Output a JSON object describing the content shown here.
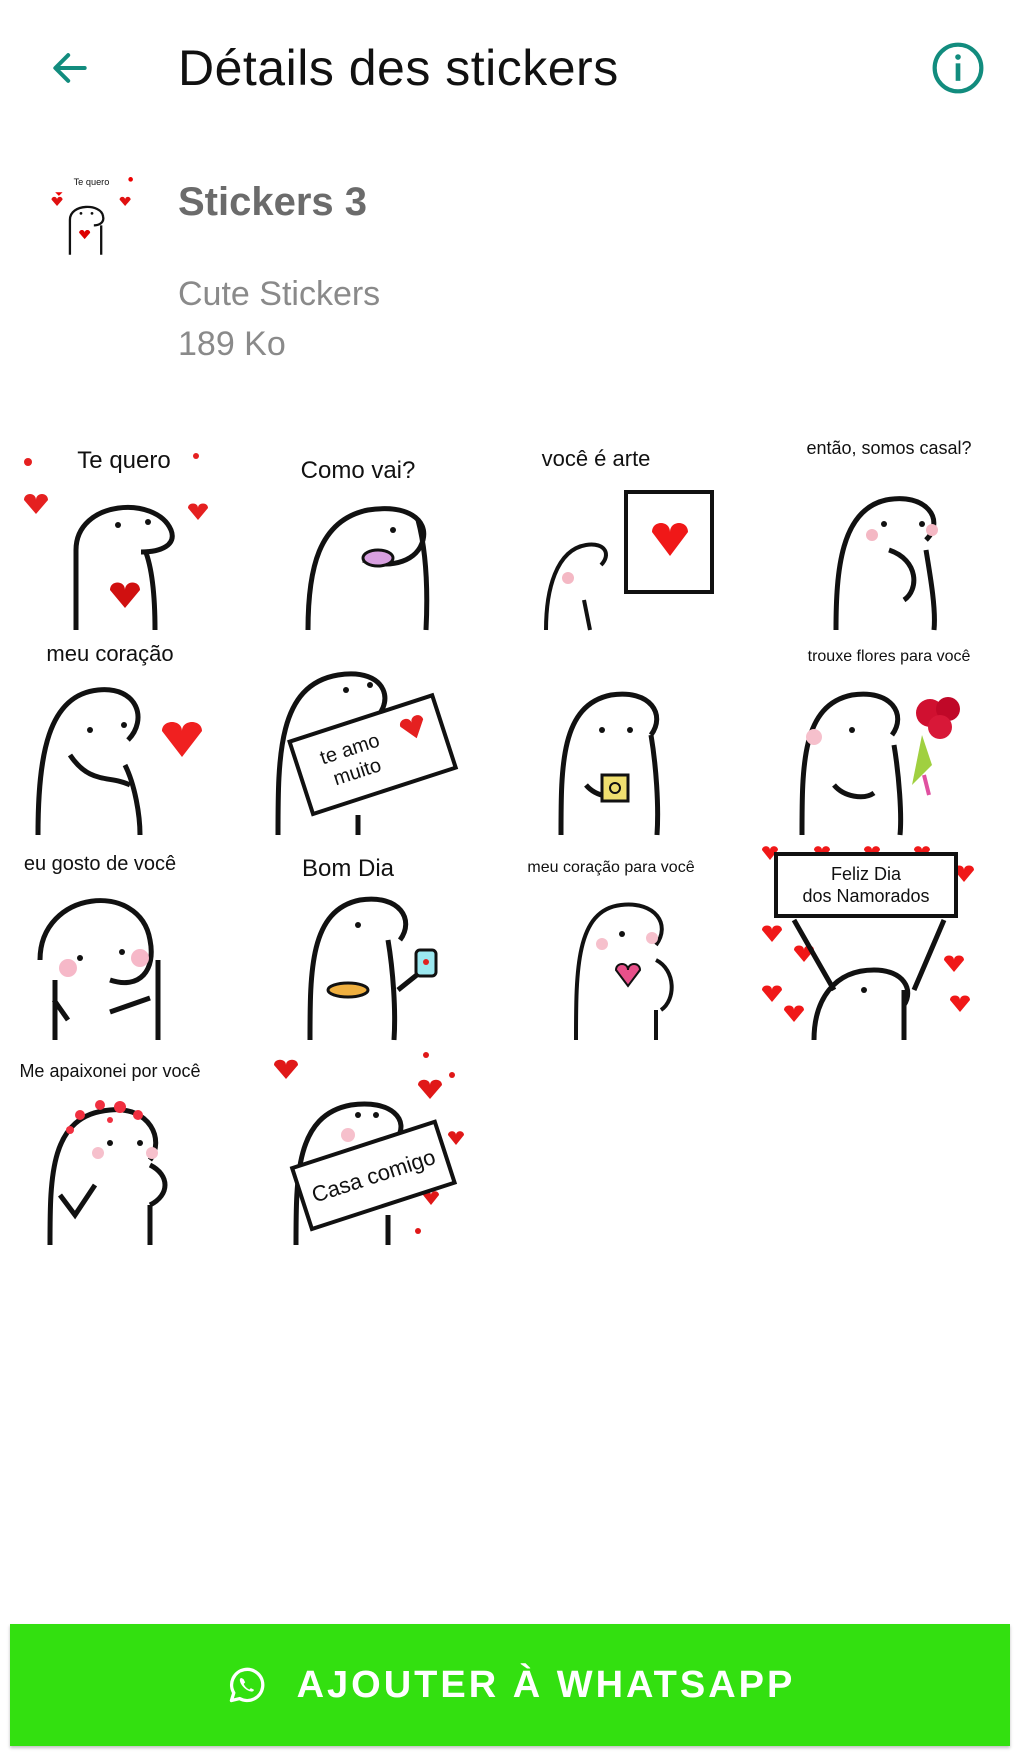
{
  "header": {
    "title": "Détails des stickers",
    "back_icon": "arrow-left-icon",
    "info_icon": "info-circle-icon",
    "accent_color": "#128c7e"
  },
  "pack": {
    "name": "Stickers 3",
    "publisher": "Cute Stickers",
    "size": "189 Ko",
    "tray_caption": "Te quero"
  },
  "stickers": [
    {
      "caption": "Te quero",
      "prop": "heart"
    },
    {
      "caption": "Como vai?",
      "prop": "smile"
    },
    {
      "caption": "você é arte",
      "prop": "picture"
    },
    {
      "caption": "então, somos casal?",
      "prop": "think"
    },
    {
      "caption": "meu coração",
      "prop": "heart-hand"
    },
    {
      "caption": "te amo muito",
      "prop": "sign"
    },
    {
      "caption": "",
      "prop": "ring-box"
    },
    {
      "caption": "trouxe flores para você",
      "prop": "flowers"
    },
    {
      "caption": "eu gosto de você",
      "prop": "blush"
    },
    {
      "caption": "Bom Dia",
      "prop": "coffee"
    },
    {
      "caption": "meu coração para você",
      "prop": "pink-heart"
    },
    {
      "caption": "Feliz Dia dos Namorados",
      "prop": "hearts-bg"
    },
    {
      "caption": "Me apaixonei por você",
      "prop": "hearts-head"
    },
    {
      "caption": "Casa comigo",
      "prop": "sign-hearts"
    }
  ],
  "footer": {
    "add_button_label": "AJOUTER À WHATSAPP",
    "add_button_icon": "whatsapp-icon",
    "button_color": "#33e010"
  }
}
